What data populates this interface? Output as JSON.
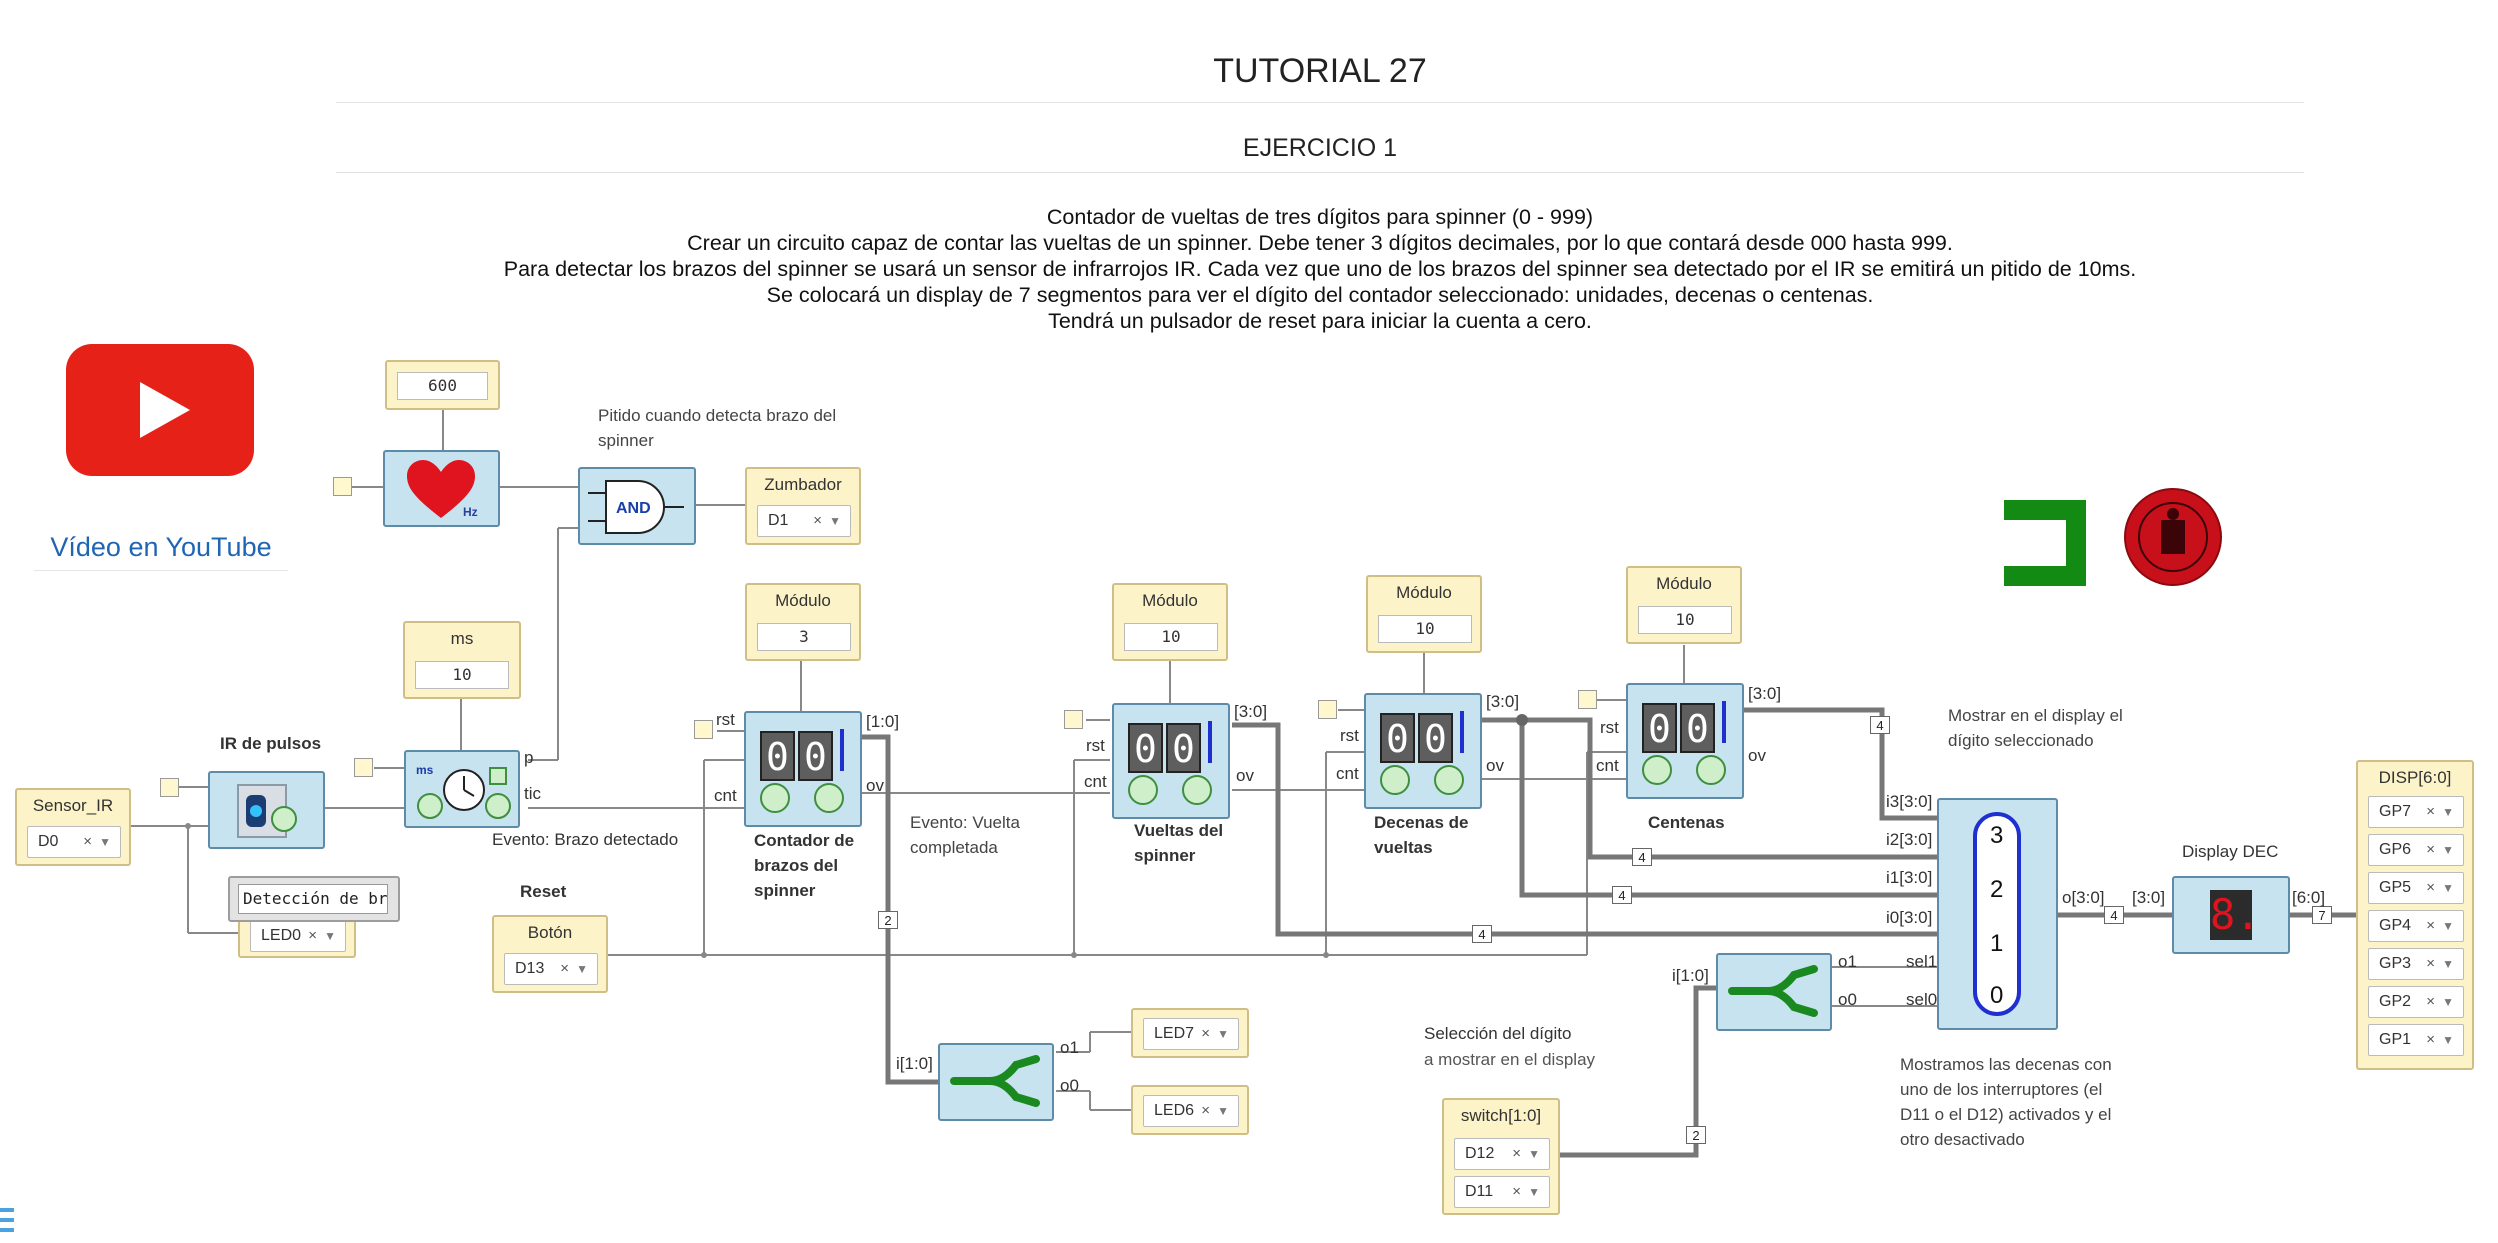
{
  "header": {
    "title": "TUTORIAL 27",
    "subtitle": "EJERCICIO 1"
  },
  "description": [
    "Contador de vueltas de tres dígitos para spinner (0 - 999)",
    "Crear un circuito capaz de contar las vueltas de un spinner. Debe tener 3 dígitos decimales, por lo que contará desde 000 hasta 999.",
    "Para detectar los brazos del spinner se usará un sensor de infrarrojos IR. Cada vez que uno de los brazos del spinner sea detectado por el IR se emitirá un pitido de 10ms.",
    "Se colocará un display de 7 segmentos para ver el dígito del contador seleccionado: unidades, decenas o centenas.",
    "Tendrá un pulsador de reset para iniciar la cuenta a cero."
  ],
  "youtube": {
    "link_label": "Vídeo en YouTube"
  },
  "blocks": {
    "freq_value": "600",
    "pitido_label": "Pitido cuando detecta brazo del spinner",
    "and_label": "AND",
    "hz_label": "Hz",
    "zumbador": {
      "title": "Zumbador",
      "pin": "D1"
    },
    "sensor": {
      "title": "Sensor_IR",
      "pin": "D0"
    },
    "ir_label": "IR de pulsos",
    "ms_cfg": {
      "title": "ms",
      "value": "10"
    },
    "ms_tag": "ms",
    "timer_p": "p",
    "timer_tic": "tic",
    "evento_brazo": "Evento: Brazo detectado",
    "deteccion_label": "Detección de brazo",
    "led0": "LED0",
    "reset_label": "Reset",
    "boton": {
      "title": "Botón",
      "pin": "D13"
    },
    "counters": [
      {
        "modulo_title": "Módulo",
        "modulo": "3",
        "out": "[1:0]",
        "d1": "0",
        "d2": "0",
        "rst": "rst",
        "cnt": "cnt",
        "ov": "ov",
        "label": "Contador de brazos del spinner"
      },
      {
        "modulo_title": "Módulo",
        "modulo": "10",
        "out": "[3:0]",
        "d1": "0",
        "d2": "0",
        "rst": "rst",
        "cnt": "cnt",
        "ov": "ov",
        "label": "Vueltas del spinner"
      },
      {
        "modulo_title": "Módulo",
        "modulo": "10",
        "out": "[3:0]",
        "d1": "0",
        "d2": "0",
        "rst": "rst",
        "cnt": "cnt",
        "ov": "ov",
        "label": "Decenas de vueltas"
      },
      {
        "modulo_title": "Módulo",
        "modulo": "10",
        "out": "[3:0]",
        "d1": "0",
        "d2": "0",
        "rst": "rst",
        "cnt": "cnt",
        "ov": "ov",
        "label": "Centenas"
      }
    ],
    "evento_vuelta": "Evento: Vuelta completada",
    "split1": {
      "in": "i[1:0]",
      "o1": "o1",
      "o0": "o0",
      "bus": "2"
    },
    "led7": "LED7",
    "led6": "LED6",
    "mux": {
      "label": "Mostrar en el display el dígito seleccionado",
      "inputs": [
        "i3[3:0]",
        "i2[3:0]",
        "i1[3:0]",
        "i0[3:0]"
      ],
      "numbers": [
        "3",
        "2",
        "1",
        "0"
      ],
      "out": "o[3:0]",
      "sel1": "sel1",
      "sel0": "sel0"
    },
    "split2": {
      "in": "i[1:0]",
      "o1": "o1",
      "o0": "o0"
    },
    "seleccion_label": [
      "Selección del dígito",
      "a mostrar en el display"
    ],
    "switch": {
      "title": "switch[1:0]",
      "pins": [
        "D12",
        "D11"
      ]
    },
    "mostramos_label": "Mostramos las decenas con uno de los interruptores (el D11 o el D12) activados y el otro desactivado",
    "display_dec": {
      "title": "Display DEC",
      "in": "[3:0]",
      "out": "[6:0]",
      "digit": "8."
    },
    "disp": {
      "title": "DISP[6:0]",
      "pins": [
        "GP7",
        "GP6",
        "GP5",
        "GP4",
        "GP3",
        "GP2",
        "GP1"
      ]
    },
    "bus_widths": {
      "four": "4",
      "seven": "7",
      "two": "2"
    }
  }
}
